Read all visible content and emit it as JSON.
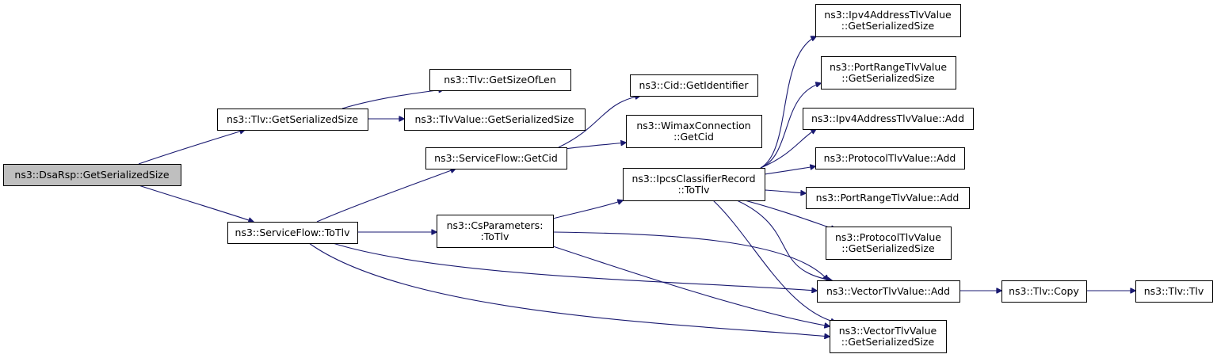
{
  "nodes": {
    "dsarsp_getserializedsize": {
      "lines": [
        "ns3::DsaRsp::GetSerializedSize"
      ],
      "root": true
    },
    "tlv_getserializedsize": {
      "lines": [
        "ns3::Tlv::GetSerializedSize"
      ]
    },
    "serviceflow_totlv": {
      "lines": [
        "ns3::ServiceFlow::ToTlv"
      ]
    },
    "tlv_getsizeoflen": {
      "lines": [
        "ns3::Tlv::GetSizeOfLen"
      ]
    },
    "tlvvalue_getserializedsize": {
      "lines": [
        "ns3::TlvValue::GetSerializedSize"
      ]
    },
    "serviceflow_getcid": {
      "lines": [
        "ns3::ServiceFlow::GetCid"
      ]
    },
    "csparameters_totlv": {
      "lines": [
        "ns3::CsParameters:",
        ":ToTlv"
      ]
    },
    "cid_getidentifier": {
      "lines": [
        "ns3::Cid::GetIdentifier"
      ]
    },
    "wimaxconnection_getcid": {
      "lines": [
        "ns3::WimaxConnection",
        "::GetCid"
      ]
    },
    "ipcsclassifierrecord_totlv": {
      "lines": [
        "ns3::IpcsClassifierRecord",
        "::ToTlv"
      ]
    },
    "ipv4addresstlvvalue_getserializedsize": {
      "lines": [
        "ns3::Ipv4AddressTlvValue",
        "::GetSerializedSize"
      ]
    },
    "portrangetlvvalue_getserializedsize": {
      "lines": [
        "ns3::PortRangeTlvValue",
        "::GetSerializedSize"
      ]
    },
    "ipv4addresstlvvalue_add": {
      "lines": [
        "ns3::Ipv4AddressTlvValue::Add"
      ]
    },
    "protocoltlvvalue_add": {
      "lines": [
        "ns3::ProtocolTlvValue::Add"
      ]
    },
    "portrangetlvvalue_add": {
      "lines": [
        "ns3::PortRangeTlvValue::Add"
      ]
    },
    "protocoltlvvalue_getserializedsize": {
      "lines": [
        "ns3::ProtocolTlvValue",
        "::GetSerializedSize"
      ]
    },
    "vectortlvvalue_add": {
      "lines": [
        "ns3::VectorTlvValue::Add"
      ]
    },
    "vectortlvvalue_getserializedsize": {
      "lines": [
        "ns3::VectorTlvValue",
        "::GetSerializedSize"
      ]
    },
    "tlv_copy": {
      "lines": [
        "ns3::Tlv::Copy"
      ]
    },
    "tlv_tlv": {
      "lines": [
        "ns3::Tlv::Tlv"
      ]
    }
  },
  "edges": [
    [
      "dsarsp_getserializedsize",
      "tlv_getserializedsize"
    ],
    [
      "dsarsp_getserializedsize",
      "serviceflow_totlv"
    ],
    [
      "tlv_getserializedsize",
      "tlv_getsizeoflen"
    ],
    [
      "tlv_getserializedsize",
      "tlvvalue_getserializedsize"
    ],
    [
      "serviceflow_totlv",
      "serviceflow_getcid"
    ],
    [
      "serviceflow_totlv",
      "csparameters_totlv"
    ],
    [
      "serviceflow_totlv",
      "vectortlvvalue_add"
    ],
    [
      "serviceflow_totlv",
      "vectortlvvalue_getserializedsize"
    ],
    [
      "serviceflow_getcid",
      "cid_getidentifier"
    ],
    [
      "serviceflow_getcid",
      "wimaxconnection_getcid"
    ],
    [
      "csparameters_totlv",
      "ipcsclassifierrecord_totlv"
    ],
    [
      "csparameters_totlv",
      "vectortlvvalue_add"
    ],
    [
      "csparameters_totlv",
      "vectortlvvalue_getserializedsize"
    ],
    [
      "ipcsclassifierrecord_totlv",
      "ipv4addresstlvvalue_getserializedsize"
    ],
    [
      "ipcsclassifierrecord_totlv",
      "portrangetlvvalue_getserializedsize"
    ],
    [
      "ipcsclassifierrecord_totlv",
      "ipv4addresstlvvalue_add"
    ],
    [
      "ipcsclassifierrecord_totlv",
      "protocoltlvvalue_add"
    ],
    [
      "ipcsclassifierrecord_totlv",
      "portrangetlvvalue_add"
    ],
    [
      "ipcsclassifierrecord_totlv",
      "protocoltlvvalue_getserializedsize"
    ],
    [
      "ipcsclassifierrecord_totlv",
      "vectortlvvalue_add"
    ],
    [
      "ipcsclassifierrecord_totlv",
      "vectortlvvalue_getserializedsize"
    ],
    [
      "vectortlvvalue_add",
      "tlv_copy"
    ],
    [
      "tlv_copy",
      "tlv_tlv"
    ]
  ],
  "colors": {
    "edge": "#191970",
    "root_fill": "#bfbfbf",
    "node_fill": "#ffffff",
    "border": "#000000"
  }
}
